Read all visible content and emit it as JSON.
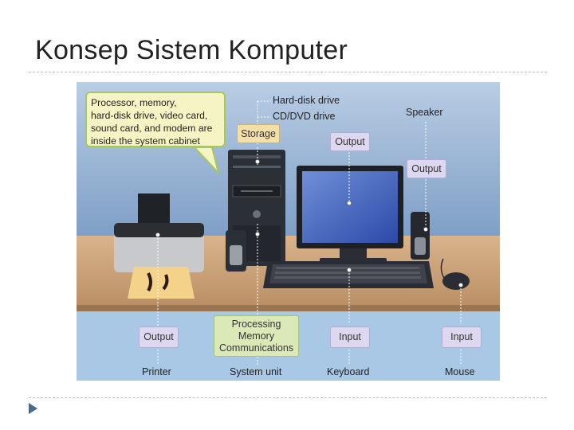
{
  "slide": {
    "title": "Konsep Sistem Komputer"
  },
  "diagram": {
    "callout": {
      "lines": [
        "Processor, memory,",
        "hard-disk drive, video card,",
        "sound card, and modem are",
        "inside the system cabinet"
      ]
    },
    "labels": {
      "hard_disk": "Hard-disk drive",
      "cd_dvd": "CD/DVD drive",
      "speaker": "Speaker",
      "storage": "Storage",
      "output_monitor": "Output",
      "output_speaker": "Output",
      "output_printer": "Output",
      "processing": "Processing",
      "memory": "Memory",
      "communications": "Communications",
      "input_keyboard": "Input",
      "input_mouse": "Input",
      "printer": "Printer",
      "system_unit": "System unit",
      "keyboard": "Keyboard",
      "mouse": "Mouse"
    },
    "colors": {
      "wall": "#7f9fc6",
      "desk": "#c9a27b",
      "floor": "#9cbfe0",
      "orange_box": "#f3dfaa",
      "purple_box": "#ddd7ef",
      "green_box": "#dbe9b8"
    }
  }
}
